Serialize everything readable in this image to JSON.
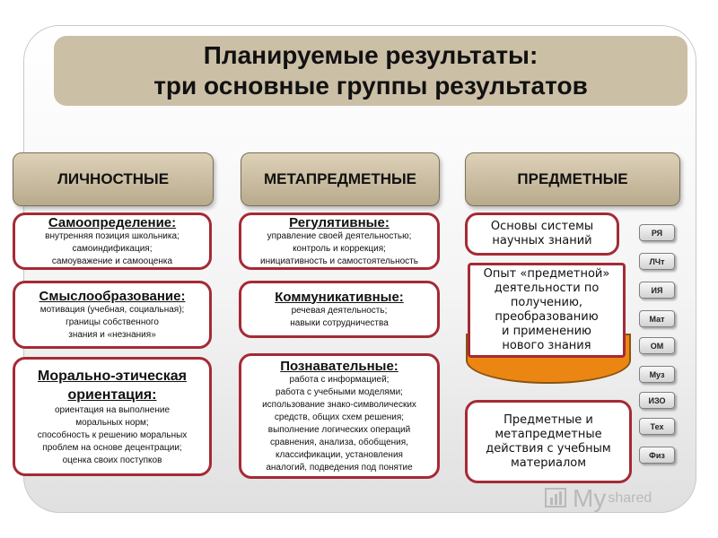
{
  "title": {
    "line1": "Планируемые результаты:",
    "line2": "три основные группы результатов"
  },
  "columns": {
    "personal": "ЛИЧНОСТНЫЕ",
    "metasubject": "МЕТАПРЕДМЕТНЫЕ",
    "subject": "ПРЕДМЕТНЫЕ"
  },
  "personal": {
    "self_determination": {
      "heading": "Самоопределение:",
      "lines": [
        "внутренняя позиция школьника;",
        "самоиндификация;",
        "самоуважение и самооценка"
      ]
    },
    "meaning": {
      "heading": "Смыслообразование:",
      "lines": [
        "мотивация (учебная, социальная);",
        "границы собственного",
        "знания и «незнания»"
      ]
    },
    "moral": {
      "heading1": "Морально-этическая",
      "heading2": "ориентация:",
      "lines": [
        "ориентация на выполнение",
        "моральных норм;",
        "способность к решению моральных",
        "проблем на основе децентрации;",
        "оценка своих поступков"
      ]
    }
  },
  "meta": {
    "regulative": {
      "heading": "Регулятивные:",
      "lines": [
        "управление своей деятельностью;",
        "контроль и коррекция;",
        "инициативность и самостоятельность"
      ]
    },
    "communicative": {
      "heading": "Коммуникативные:",
      "lines": [
        "речевая деятельность;",
        "навыки сотрудничества"
      ]
    },
    "cognitive": {
      "heading": "Познавательные:",
      "lines": [
        "работа с информацией;",
        "работа с учебными моделями;",
        "использование знако-символических",
        "средств, общих схем решения;",
        "выполнение логических операций",
        "сравнения, анализа, обобщения,",
        "классификации, установления",
        "аналогий, подведения под понятие"
      ]
    }
  },
  "subject": {
    "basics": [
      "Основы системы",
      "научных знаний"
    ],
    "experience": [
      "Опыт «предметной»",
      "деятельности по",
      "получению,",
      "преобразованию",
      "и применению",
      "нового знания"
    ],
    "actions": [
      "Предметные и",
      "метапредметные",
      "действия с учебным",
      "материалом"
    ]
  },
  "subject_tags": [
    "РЯ",
    "ЛЧт",
    "ИЯ",
    "Мат",
    "ОМ",
    "Муз",
    "ИЗО",
    "Тех",
    "Физ"
  ],
  "watermark": {
    "text": "My",
    "suffix": "shared"
  },
  "colors": {
    "card_border": "#a52a35",
    "header_fill": "#c9bb9e",
    "title_fill": "#cbbfa6",
    "orange_shape": "#ec8613"
  }
}
